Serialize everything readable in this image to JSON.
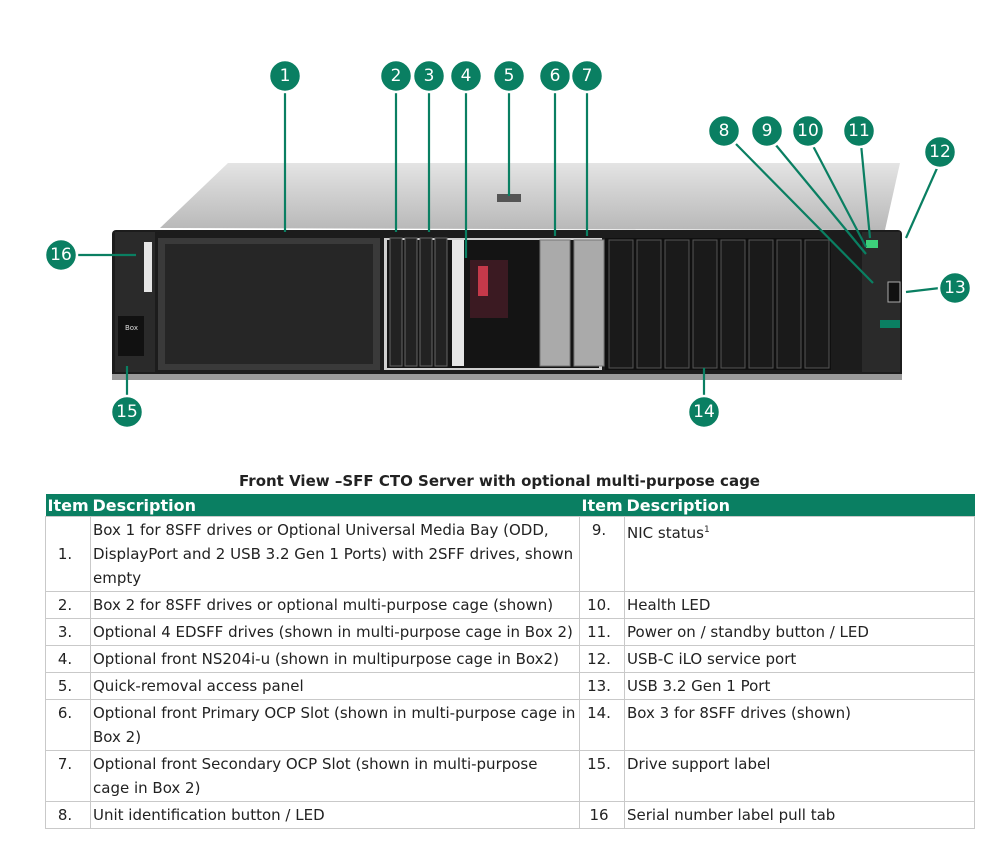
{
  "callouts": [
    "1",
    "2",
    "3",
    "4",
    "5",
    "6",
    "7",
    "8",
    "9",
    "10",
    "11",
    "12",
    "13",
    "14",
    "15",
    "16"
  ],
  "table_title": "Front View –SFF CTO Server with optional multi-purpose cage",
  "headers": {
    "item": "Item",
    "description": "Description"
  },
  "rows": [
    {
      "l_item": "1.",
      "l_desc": "Box 1 for 8SFF drives or Optional Universal Media Bay (ODD, DisplayPort and 2 USB 3.2 Gen 1 Ports) with 2SFF drives, shown empty",
      "r_item": "9.",
      "r_desc": "NIC status",
      "r_sup": "1"
    },
    {
      "l_item": "2.",
      "l_desc": "Box 2 for 8SFF drives or optional multi-purpose cage (shown)",
      "r_item": "10.",
      "r_desc": "Health LED"
    },
    {
      "l_item": "3.",
      "l_desc": "Optional 4 EDSFF drives (shown in multi-purpose cage in Box 2)",
      "r_item": "11.",
      "r_desc": "Power on / standby button / LED"
    },
    {
      "l_item": "4.",
      "l_desc": "Optional front NS204i-u (shown in multipurpose cage in Box2)",
      "r_item": "12.",
      "r_desc": "USB-C iLO service port"
    },
    {
      "l_item": "5.",
      "l_desc": "Quick-removal access panel",
      "r_item": "13.",
      "r_desc": "USB 3.2 Gen 1 Port"
    },
    {
      "l_item": "6.",
      "l_desc": "Optional front Primary OCP Slot (shown in multi-purpose cage in Box 2)",
      "r_item": "14.",
      "r_desc": "Box 3 for 8SFF drives (shown)"
    },
    {
      "l_item": "7.",
      "l_desc": "Optional front Secondary OCP Slot (shown in multi-purpose cage in Box 2)",
      "r_item": "15.",
      "r_desc": "Drive support label"
    },
    {
      "l_item": "8.",
      "l_desc": "Unit identification button / LED",
      "r_item": "16",
      "r_desc": "Serial number label pull tab"
    }
  ],
  "colors": {
    "accent": "#0a7f62"
  }
}
